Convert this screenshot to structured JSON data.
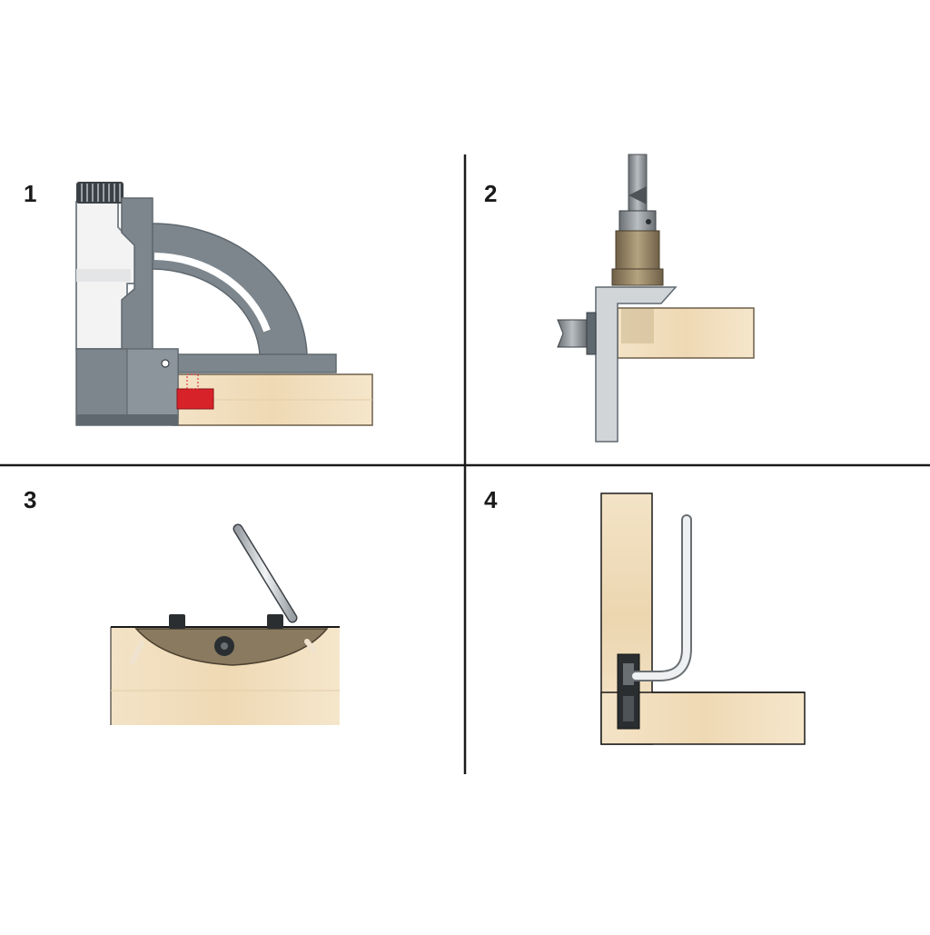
{
  "steps": [
    {
      "number": "1"
    },
    {
      "number": "2"
    },
    {
      "number": "3"
    },
    {
      "number": "4"
    }
  ],
  "colors": {
    "wood": "#f1dfc0",
    "wood_grain": "#e6cfa8",
    "machine_gray": "#7d868d",
    "machine_dark": "#5f686f",
    "housing_white": "#f2f2f2",
    "plate_red": "#d8222a",
    "fitting_brown": "#8a7a60",
    "divider": "#1a1a1a",
    "key_silver": "#cfd3d6"
  },
  "icons": [
    "biscuit-joiner-icon",
    "drill-bit-icon",
    "hex-key-icon",
    "connector-fitting-icon"
  ]
}
